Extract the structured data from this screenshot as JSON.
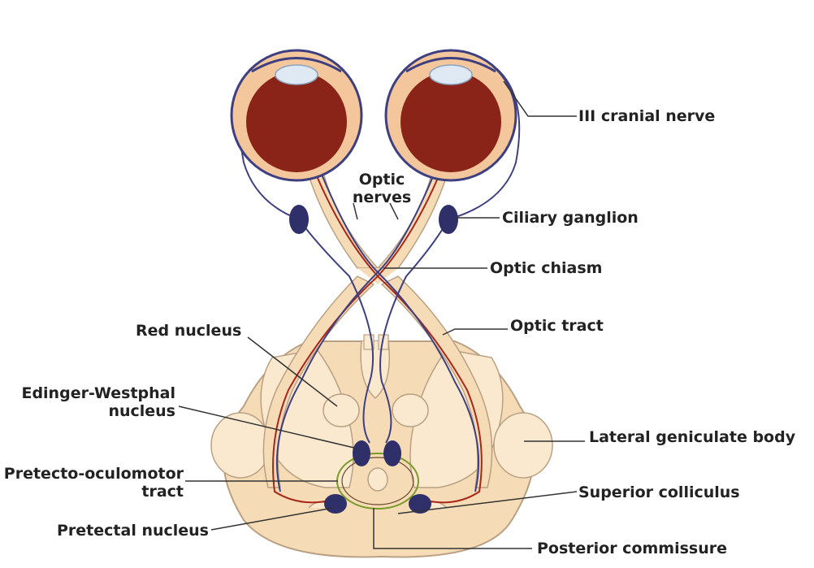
{
  "labels": {
    "cranial_nerve": "III cranial nerve",
    "optic_nerves_1": "Optic",
    "optic_nerves_2": "nerves",
    "ciliary_ganglion": "Ciliary ganglion",
    "optic_chiasm": "Optic chiasm",
    "optic_tract": "Optic tract",
    "red_nucleus": "Red nucleus",
    "edinger_1": "Edinger-Westphal",
    "edinger_2": "nucleus",
    "lateral_geniculate": "Lateral geniculate body",
    "pretecto_1": "Pretecto-oculomotor",
    "pretecto_2": "tract",
    "superior_colliculus": "Superior colliculus",
    "pretectal_nucleus": "Pretectal nucleus",
    "posterior_commissure": "Posterior commissure"
  },
  "colors": {
    "eyeball": "#8a2418",
    "tissue": "#f6dcb6",
    "tissue_outline": "#b9a082",
    "nerve_red": "#a8261a",
    "nerve_blue": "#3e3f80",
    "ganglion": "#2f2f6a",
    "pupillary_loop": "#7a9a2a"
  }
}
